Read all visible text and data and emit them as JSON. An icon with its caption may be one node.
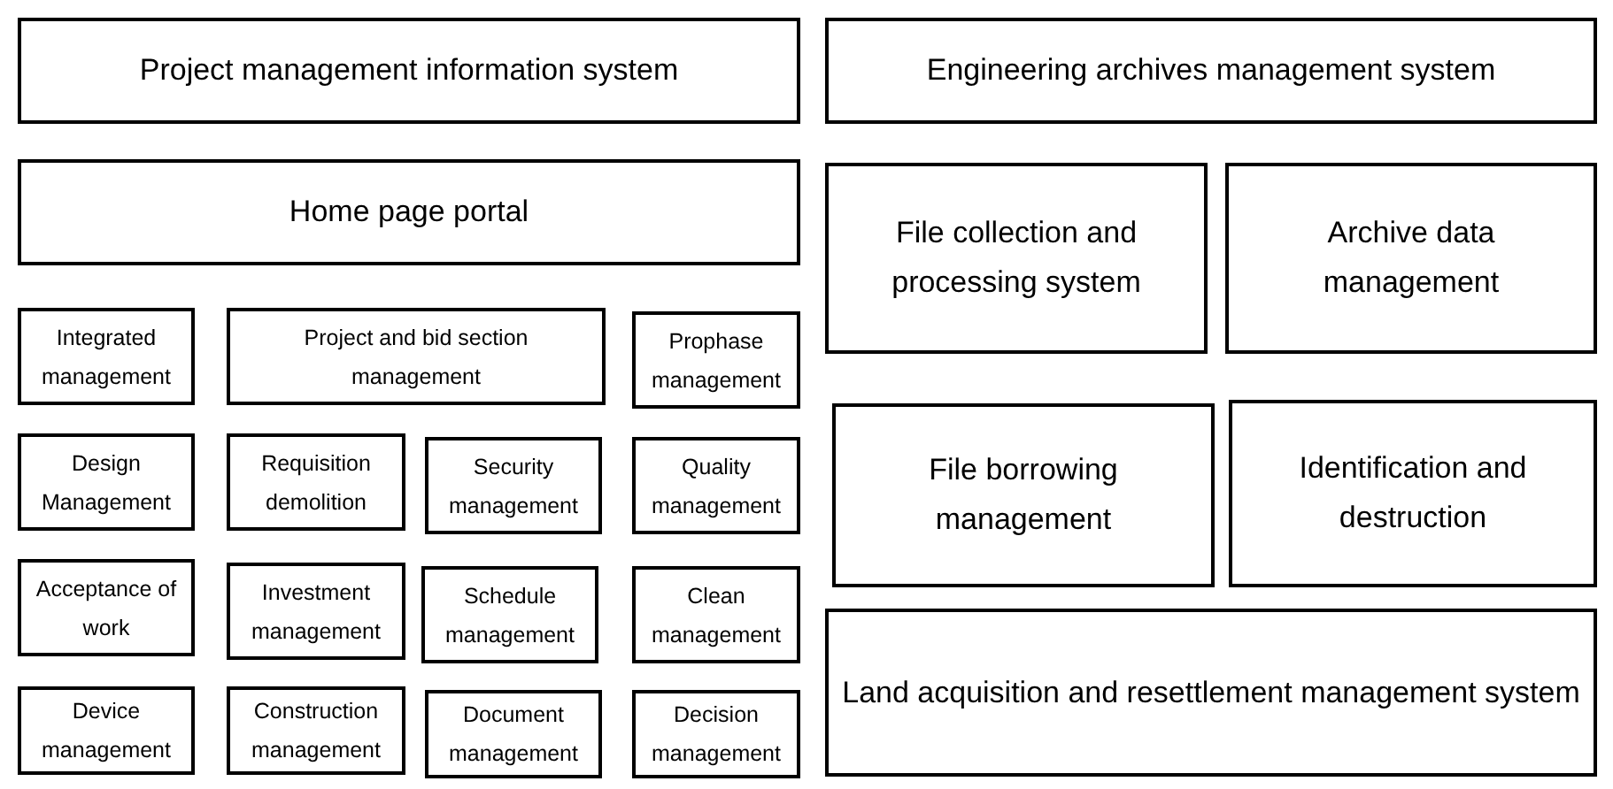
{
  "diagram": {
    "nodes": [
      {
        "text": [
          "Project management information system"
        ]
      },
      {
        "text": [
          "Engineering archives management system"
        ]
      },
      {
        "text": [
          "Home page portal"
        ]
      },
      {
        "text": [
          "File collection and processing system"
        ]
      },
      {
        "text": [
          "Archive data management"
        ]
      },
      {
        "text": [
          "Integrated management"
        ]
      },
      {
        "text": [
          "Project and bid section management"
        ]
      },
      {
        "text": [
          "Prophase management"
        ]
      },
      {
        "text": [
          "Design Management"
        ]
      },
      {
        "text": [
          "Requisition demolition"
        ]
      },
      {
        "text": [
          "Security management"
        ]
      },
      {
        "text": [
          "Quality management"
        ]
      },
      {
        "text": [
          "File borrowing management"
        ]
      },
      {
        "text": [
          "Identification and destruction"
        ]
      },
      {
        "text": [
          "Acceptance of work"
        ]
      },
      {
        "text": [
          "Investment management"
        ]
      },
      {
        "text": [
          "Schedule management"
        ]
      },
      {
        "text": [
          "Clean management"
        ]
      },
      {
        "text": [
          "Land acquisition and resettlement management system"
        ]
      },
      {
        "text": [
          "Device management"
        ]
      },
      {
        "text": [
          "Construction management"
        ]
      },
      {
        "text": [
          "Document management"
        ]
      },
      {
        "text": [
          "Decision management"
        ]
      }
    ]
  }
}
